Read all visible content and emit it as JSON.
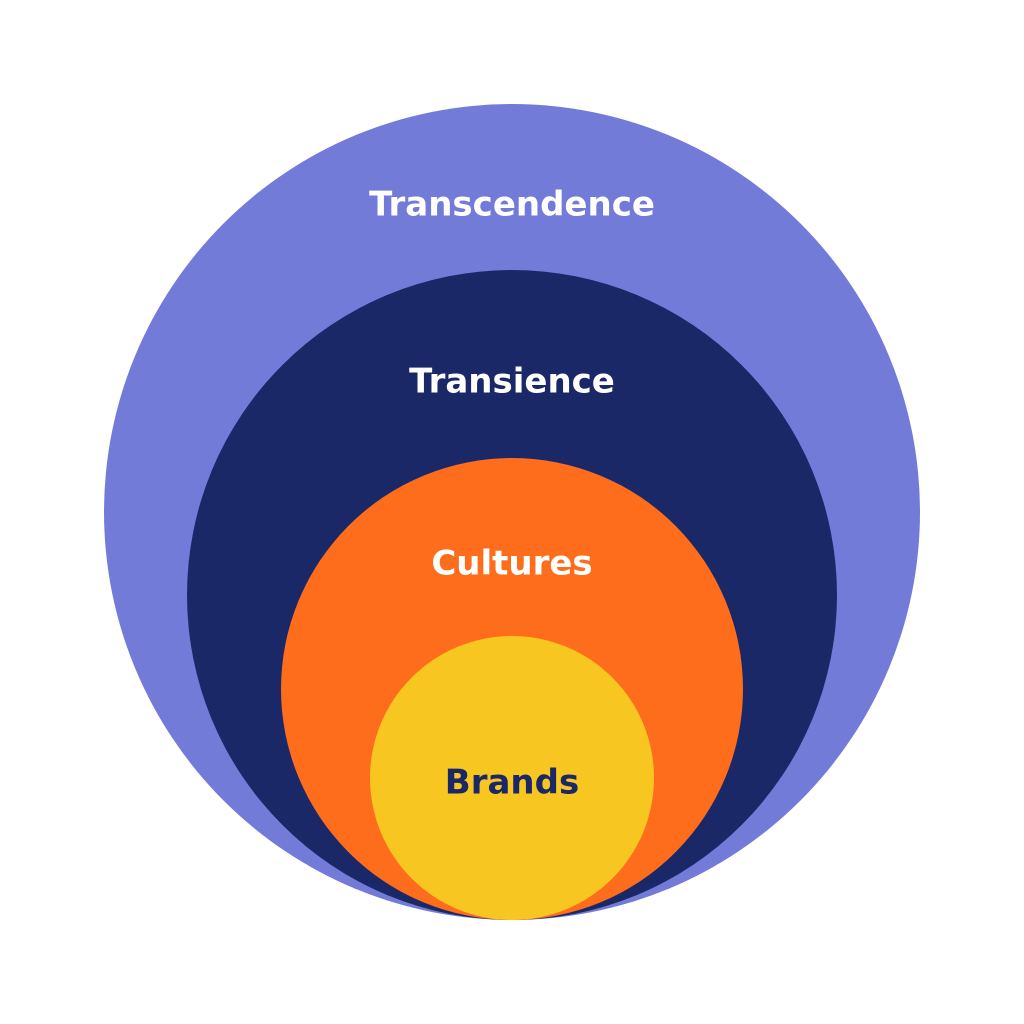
{
  "diagram": {
    "rings": [
      {
        "label": "Transcendence",
        "fill": "#727CD8",
        "text_color": "#FFFFFF"
      },
      {
        "label": "Transience",
        "fill": "#1B2868",
        "text_color": "#FFFFFF"
      },
      {
        "label": "Cultures",
        "fill": "#FE6D1C",
        "text_color": "#FFFFFF"
      },
      {
        "label": "Brands",
        "fill": "#F7C620",
        "text_color": "#1B2868"
      }
    ]
  }
}
